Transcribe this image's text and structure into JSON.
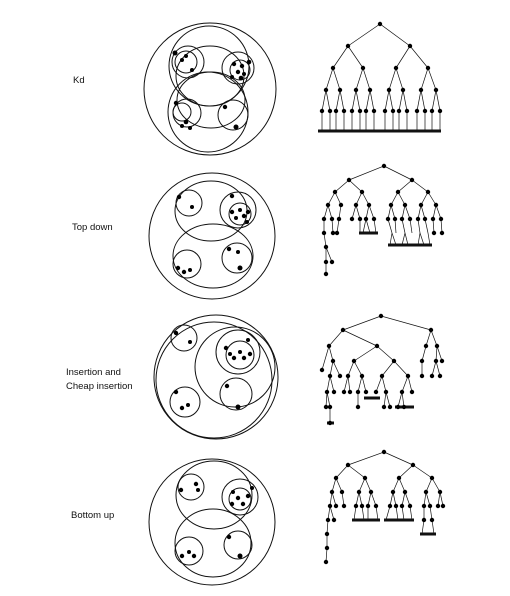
{
  "rows": [
    {
      "label": "Kd"
    },
    {
      "label": "Top down"
    },
    {
      "label": "Insertion and Cheap insertion"
    },
    {
      "label": "Bottom up"
    }
  ]
}
